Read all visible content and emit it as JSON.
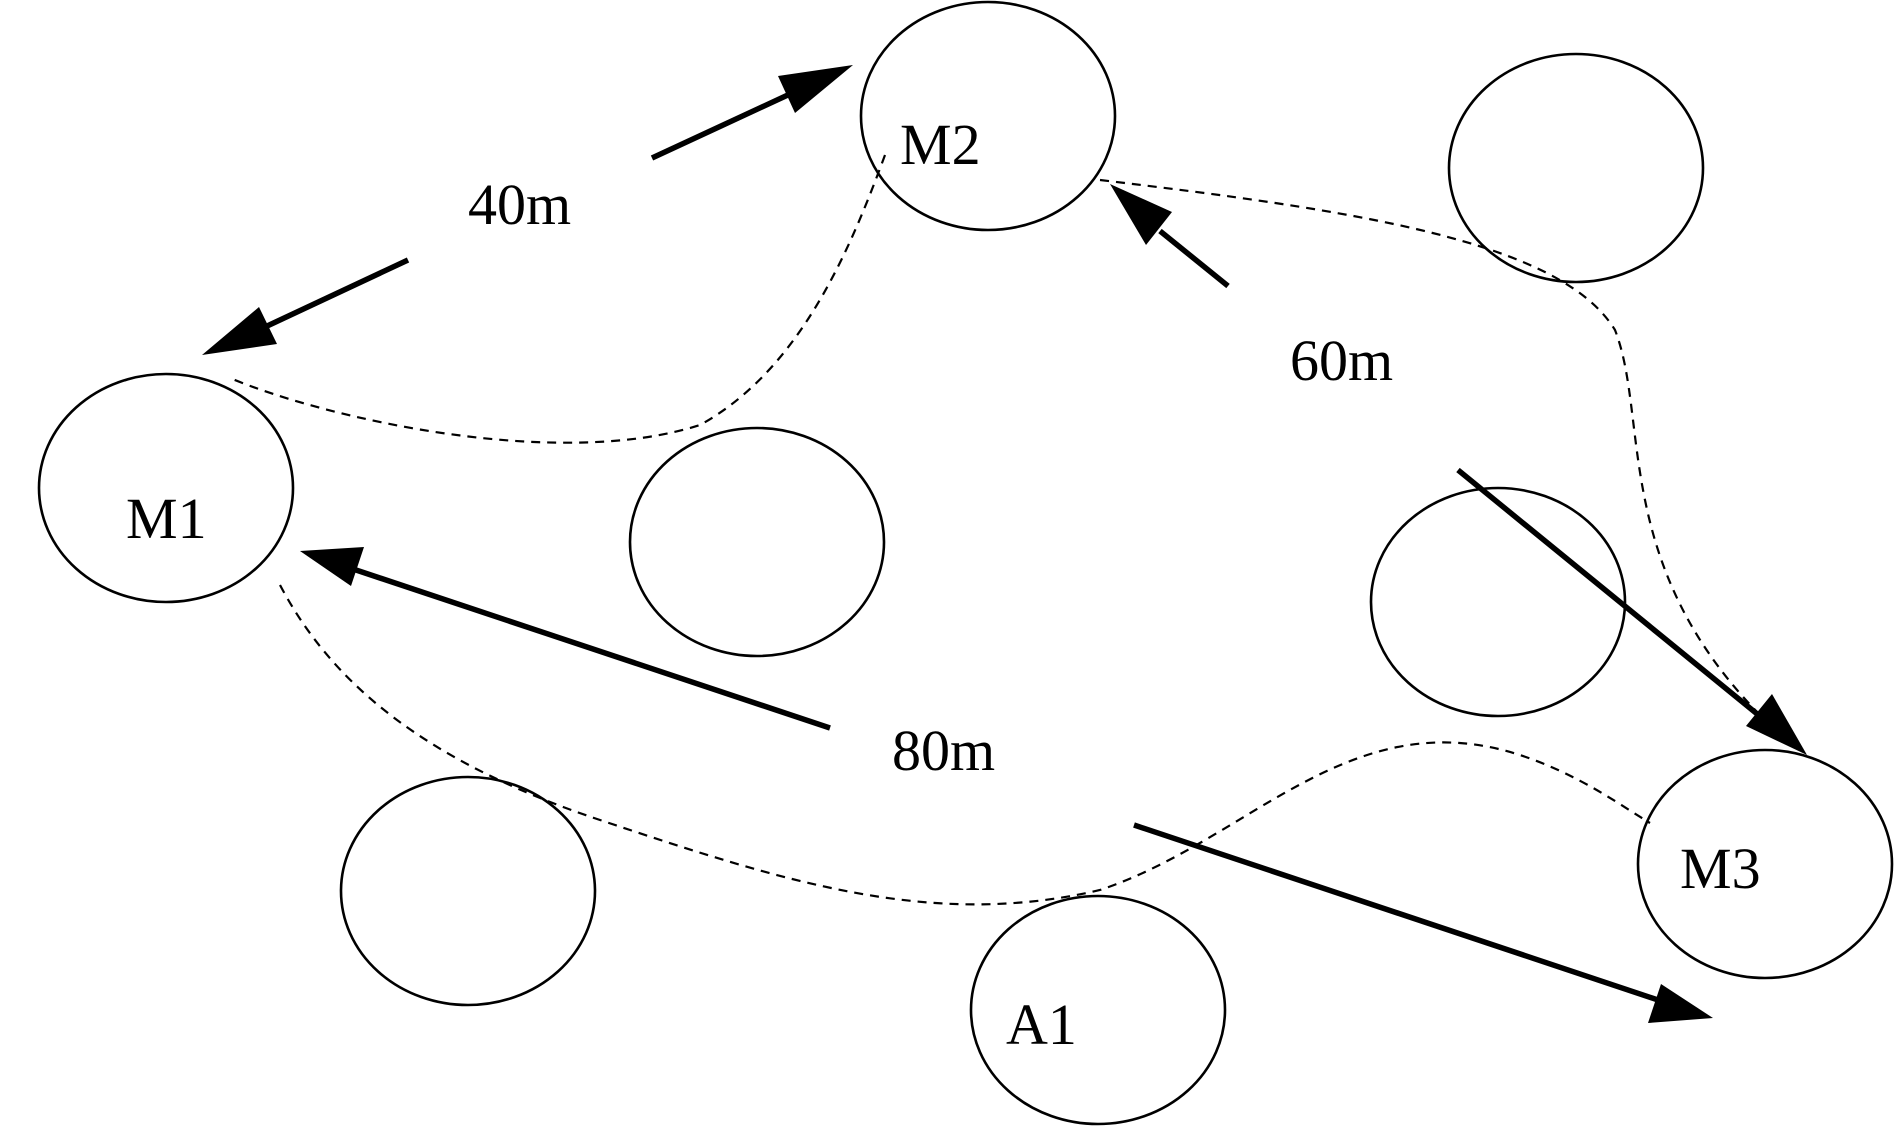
{
  "nodes": [
    {
      "id": "M1",
      "label": "M1"
    },
    {
      "id": "M2",
      "label": "M2"
    },
    {
      "id": "M3",
      "label": "M3"
    },
    {
      "id": "A1",
      "label": "A1"
    }
  ],
  "distances": [
    {
      "from": "M1",
      "to": "M2",
      "label": "40m"
    },
    {
      "from": "M2",
      "to": "M3",
      "label": "60m"
    },
    {
      "from": "M1",
      "to": "M3",
      "label": "80m"
    }
  ]
}
